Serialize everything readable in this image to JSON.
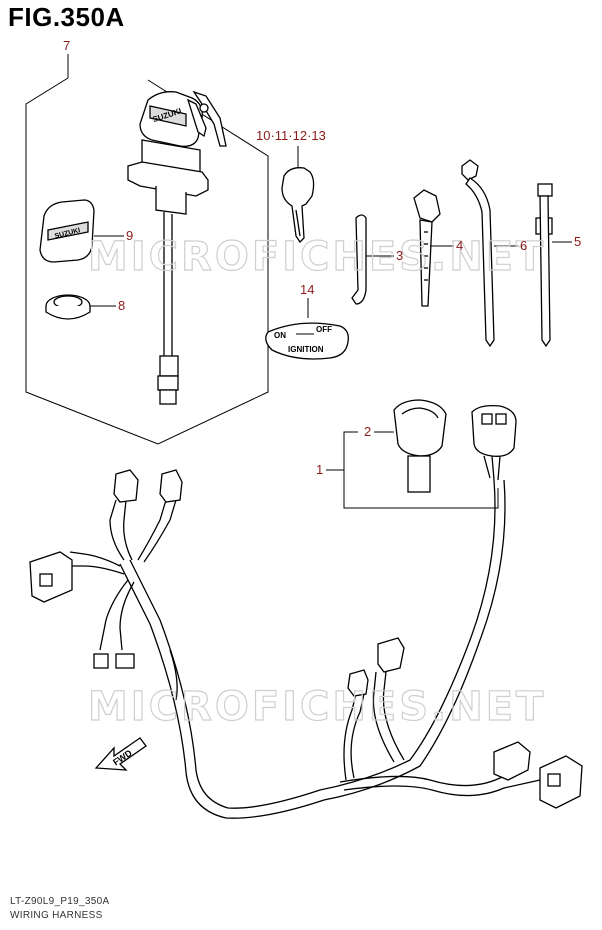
{
  "figure": {
    "title": "FIG.350A"
  },
  "callouts": {
    "c1": "1",
    "c2": "2",
    "c3": "3",
    "c4": "4",
    "c5": "5",
    "c6": "6",
    "c7": "7",
    "c8": "8",
    "c9": "9",
    "c10": "10·11·12·13",
    "c14": "14"
  },
  "label_plate": {
    "on": "ON",
    "off": "OFF",
    "ignition": "IGNITION"
  },
  "brand_text": "SUZUKI",
  "direction_arrow": "FWD",
  "watermark": "MICROFICHES.NET",
  "footer": {
    "code": "LT-Z90L9_P19_350A",
    "title": "WIRING HARNESS"
  },
  "colors": {
    "callout": "#8b1a1a",
    "line": "#000000",
    "watermark": "#c8c8c8"
  }
}
